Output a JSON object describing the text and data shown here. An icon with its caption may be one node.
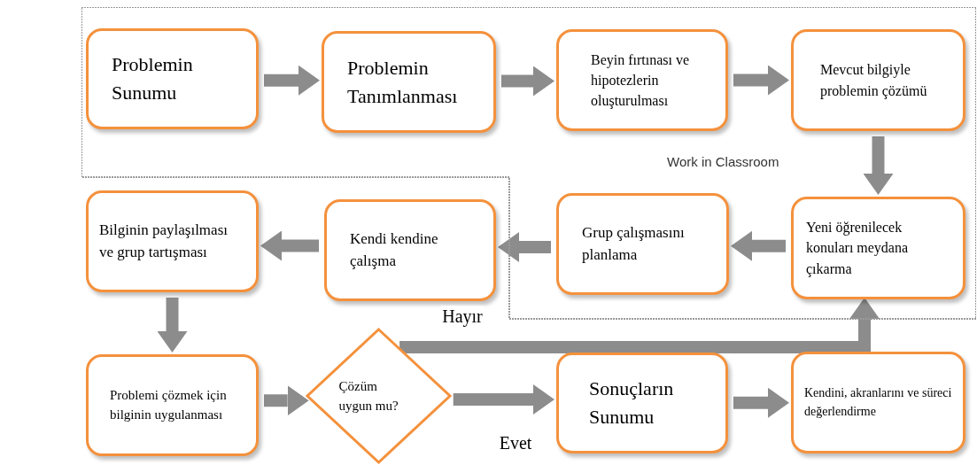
{
  "diagram": {
    "nodes": [
      {
        "text": [
          "Work in Classroom"
        ]
      },
      {
        "text": [
          "Problemin Sunumu"
        ],
        "in": 0
      },
      {
        "text": [
          "Problemin Tanımlanması"
        ],
        "in": 0
      },
      {
        "text": [
          "Beyin fırtınası ve hipotezlerin oluşturulması"
        ],
        "in": 0
      },
      {
        "text": [
          "Mevcut bilgiyle problemin çözümü"
        ],
        "in": 0
      },
      {
        "text": [
          "Bilginin paylaşılması ve grup tartışması"
        ]
      },
      {
        "text": [
          "Kendi kendine çalışma"
        ]
      },
      {
        "text": [
          "Grup çalışmasını planlama"
        ],
        "in": 0
      },
      {
        "text": [
          "Yeni öğrenilecek konuları meydana çıkarma"
        ],
        "in": 0
      },
      {
        "text": [
          "Problemi çözmek için bilginin uygulanması"
        ]
      },
      {
        "text": [
          "Çözüm uygun mu?"
        ]
      },
      {
        "text": [
          "Sonuçların Sunumu"
        ]
      },
      {
        "text": [
          "Kendini, akranlarını ve süreci değerlendirme"
        ]
      }
    ],
    "edges": [
      {
        "from": 1,
        "to": 2,
        "arrow": "to"
      },
      {
        "from": 2,
        "to": 3,
        "arrow": "to"
      },
      {
        "from": 3,
        "to": 4,
        "arrow": "to"
      },
      {
        "from": 4,
        "to": 8,
        "arrow": "to"
      },
      {
        "from": 8,
        "to": 7,
        "arrow": "to"
      },
      {
        "from": 7,
        "to": 6,
        "arrow": "to"
      },
      {
        "from": 6,
        "to": 5,
        "arrow": "to"
      },
      {
        "from": 5,
        "to": 9,
        "arrow": "to"
      },
      {
        "from": 9,
        "to": 10,
        "arrow": "to"
      },
      {
        "from": 10,
        "to": 11,
        "arrow": "to",
        "label": "Evet"
      },
      {
        "from": 11,
        "to": 12,
        "arrow": "to"
      },
      {
        "from": 10,
        "to": 8,
        "arrow": "to",
        "label": "Hayır"
      }
    ]
  }
}
